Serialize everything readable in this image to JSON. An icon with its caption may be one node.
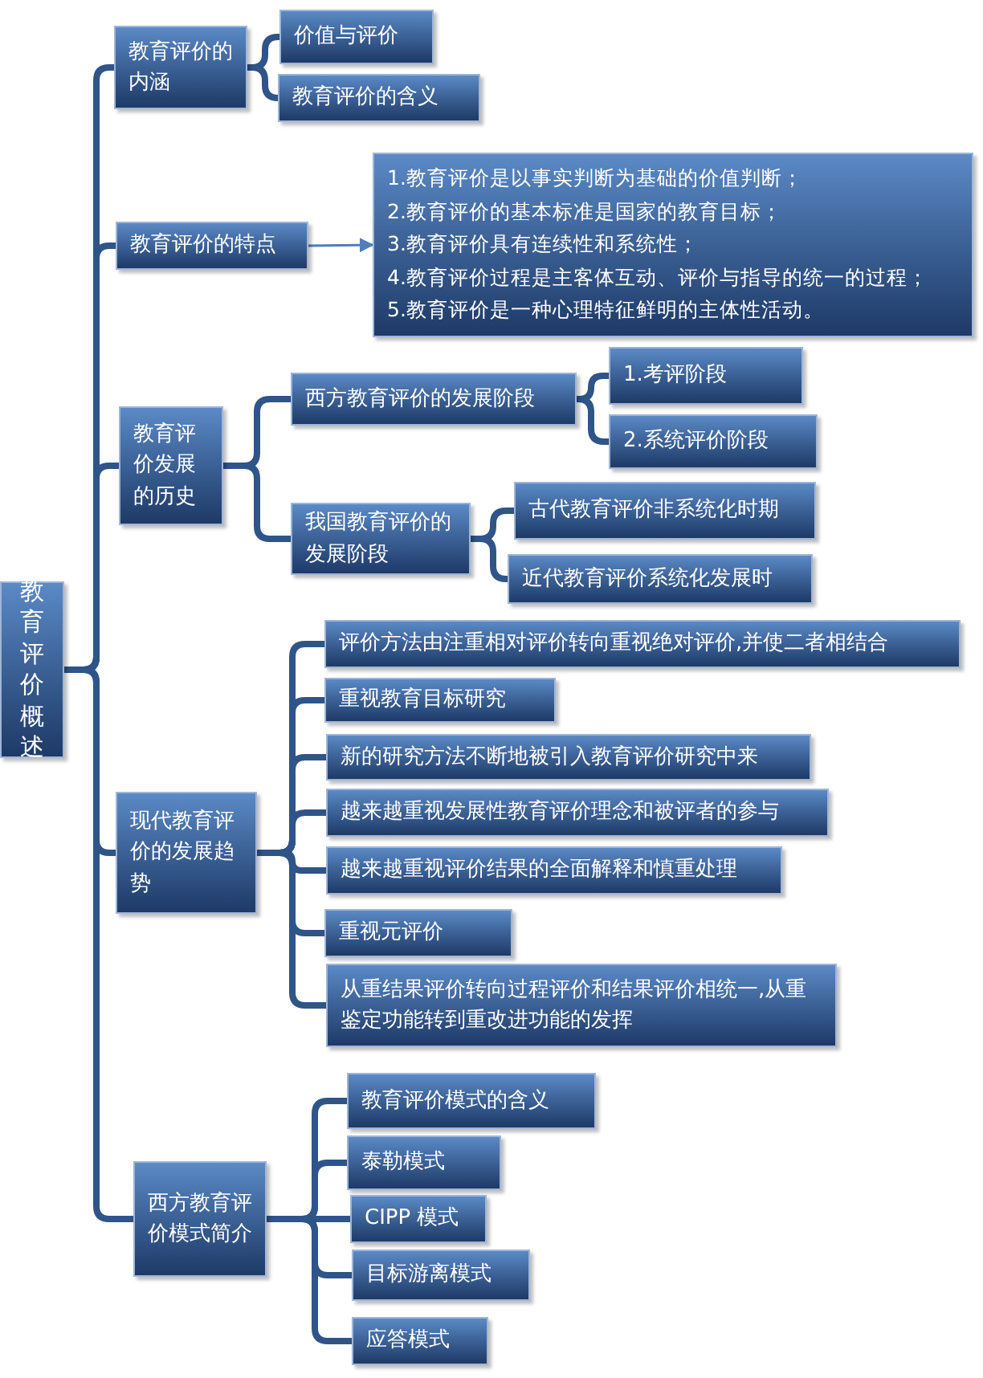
{
  "diagram": {
    "nodes": [
      {
        "text": [
          "教育评价概述"
        ]
      },
      {
        "text": [
          "教育评价的内涵"
        ]
      },
      {
        "text": [
          "价值与评价"
        ]
      },
      {
        "text": [
          "教育评价的含义"
        ]
      },
      {
        "text": [
          "教育评价的特点"
        ]
      },
      {
        "text": [
          "1.教育评价是以事实判断为基础的价值判断；",
          "2.教育评价的基本标准是国家的教育目标；",
          "3.教育评价具有连续性和系统性；",
          "4.教育评价过程是主客体互动、评价与指导的统一的过程；",
          "5.教育评价是一种心理特征鲜明的主体性活动。"
        ]
      },
      {
        "text": [
          "教育评价发展的历史"
        ]
      },
      {
        "text": [
          "西方教育评价的发展阶段"
        ]
      },
      {
        "text": [
          "1.考评阶段"
        ]
      },
      {
        "text": [
          "2.系统评价阶段"
        ]
      },
      {
        "text": [
          "我国教育评价的发展阶段"
        ]
      },
      {
        "text": [
          "古代教育评价非系统化时期"
        ]
      },
      {
        "text": [
          "近代教育评价系统化发展时"
        ]
      },
      {
        "text": [
          "现代教育评价的发展趋势"
        ]
      },
      {
        "text": [
          "评价方法由注重相对评价转向重视绝对评价,并使二者相结合"
        ]
      },
      {
        "text": [
          "重视教育目标研究"
        ]
      },
      {
        "text": [
          "新的研究方法不断地被引入教育评价研究中来"
        ]
      },
      {
        "text": [
          "越来越重视发展性教育评价理念和被评者的参与"
        ]
      },
      {
        "text": [
          "越来越重视评价结果的全面解释和慎重处理"
        ]
      },
      {
        "text": [
          "重视元评价"
        ]
      },
      {
        "text": [
          "从重结果评价转向过程评价和结果评价相统一,从重鉴定功能转到重改进功能的发挥"
        ]
      },
      {
        "text": [
          "西方教育评价模式简介"
        ]
      },
      {
        "text": [
          "教育评价模式的含义"
        ]
      },
      {
        "text": [
          "泰勒模式"
        ]
      },
      {
        "text": [
          "CIPP 模式"
        ]
      },
      {
        "text": [
          "目标游离模式"
        ]
      },
      {
        "text": [
          "应答模式"
        ]
      }
    ],
    "edges": [
      {
        "from": 0,
        "to": 1,
        "arrow": "none"
      },
      {
        "from": 0,
        "to": 4,
        "arrow": "none"
      },
      {
        "from": 0,
        "to": 6,
        "arrow": "none"
      },
      {
        "from": 0,
        "to": 13,
        "arrow": "none"
      },
      {
        "from": 0,
        "to": 21,
        "arrow": "none"
      },
      {
        "from": 1,
        "to": 2,
        "arrow": "none"
      },
      {
        "from": 1,
        "to": 3,
        "arrow": "none"
      },
      {
        "from": 4,
        "to": 5,
        "arrow": "to"
      },
      {
        "from": 6,
        "to": 7,
        "arrow": "none"
      },
      {
        "from": 6,
        "to": 10,
        "arrow": "none"
      },
      {
        "from": 7,
        "to": 8,
        "arrow": "none"
      },
      {
        "from": 7,
        "to": 9,
        "arrow": "none"
      },
      {
        "from": 10,
        "to": 11,
        "arrow": "none"
      },
      {
        "from": 10,
        "to": 12,
        "arrow": "none"
      },
      {
        "from": 13,
        "to": 14,
        "arrow": "none"
      },
      {
        "from": 13,
        "to": 15,
        "arrow": "none"
      },
      {
        "from": 13,
        "to": 16,
        "arrow": "none"
      },
      {
        "from": 13,
        "to": 17,
        "arrow": "none"
      },
      {
        "from": 13,
        "to": 18,
        "arrow": "none"
      },
      {
        "from": 13,
        "to": 19,
        "arrow": "none"
      },
      {
        "from": 13,
        "to": 20,
        "arrow": "none"
      },
      {
        "from": 21,
        "to": 22,
        "arrow": "none"
      },
      {
        "from": 21,
        "to": 23,
        "arrow": "none"
      },
      {
        "from": 21,
        "to": 24,
        "arrow": "none"
      },
      {
        "from": 21,
        "to": 25,
        "arrow": "none"
      },
      {
        "from": 21,
        "to": 26,
        "arrow": "none"
      }
    ]
  }
}
